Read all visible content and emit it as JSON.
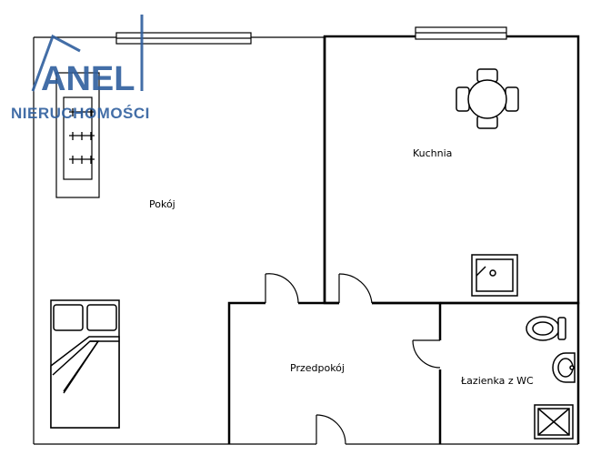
{
  "logo": {
    "name": "ANEL",
    "subtitle": "NIERUCHOMOŚCI",
    "color": "#2f5f9e"
  },
  "rooms": {
    "pokoj": "Pokój",
    "kuchnia": "Kuchnia",
    "przedpokoj": "Przedpokój",
    "lazienka": "Łazienka z WC"
  },
  "colors": {
    "wall": "#000000",
    "background": "#ffffff"
  }
}
